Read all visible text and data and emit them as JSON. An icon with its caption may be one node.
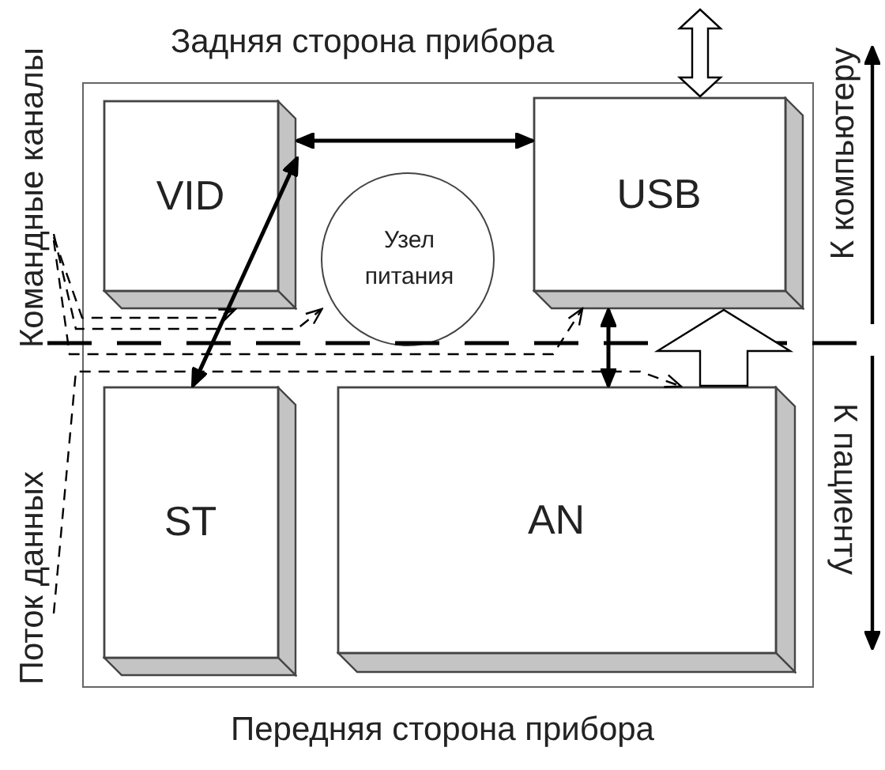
{
  "diagram": {
    "nodes": [
      {
        "text": [],
        "shape": "box"
      },
      {
        "text": [
          "VID"
        ],
        "in": 0
      },
      {
        "text": [
          "USB"
        ],
        "in": 0
      },
      {
        "text": [
          "Узел питания"
        ],
        "in": 0
      },
      {
        "text": [
          "ST"
        ],
        "in": 0
      },
      {
        "text": [
          "AN"
        ],
        "in": 0
      },
      {
        "text": [
          "Командные каналы"
        ]
      },
      {
        "text": [
          "Поток данных"
        ]
      }
    ],
    "edges": [
      {
        "from": 1,
        "to": 2,
        "arrow": "both"
      },
      {
        "from": 1,
        "to": 4,
        "arrow": "both"
      },
      {
        "from": 2,
        "to": 5,
        "arrow": "both"
      },
      {
        "from": 5,
        "to": 2,
        "arrow": "to",
        "style": "thick"
      },
      {
        "from": null,
        "to": 2,
        "arrow": "both",
        "style": "thick"
      },
      {
        "from": 6,
        "to": 3,
        "arrow": "to",
        "style": "dashed"
      },
      {
        "from": 6,
        "to": 1,
        "arrow": "to",
        "style": "dashed"
      },
      {
        "from": 6,
        "to": 2,
        "arrow": "to",
        "style": "dashed"
      },
      {
        "from": 7,
        "to": 5,
        "arrow": "to",
        "style": "dashed"
      }
    ],
    "labels": [
      "Задняя сторона прибора",
      "К компьютеру",
      "К пациенту",
      "Передняя сторона прибора"
    ]
  }
}
